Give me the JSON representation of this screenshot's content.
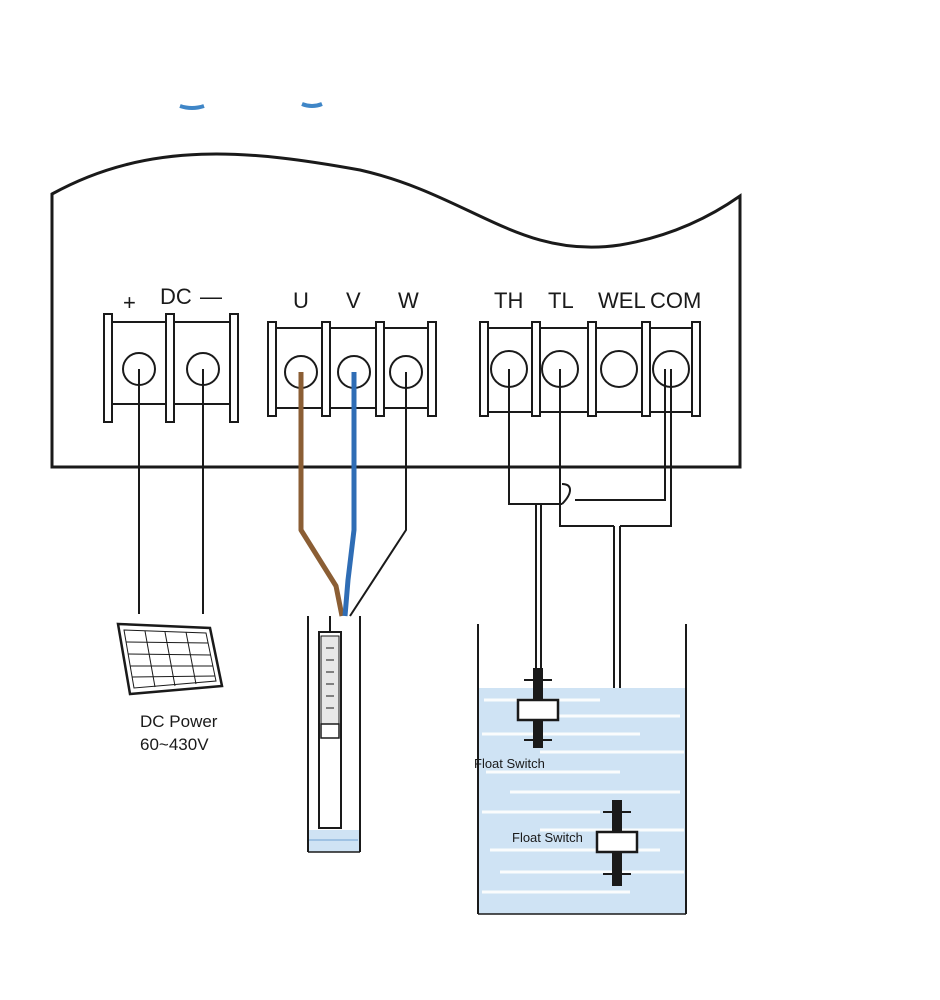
{
  "dc_group": {
    "plus": "+",
    "label": "DC",
    "minus": "—"
  },
  "motor_terminals": [
    "U",
    "V",
    "W"
  ],
  "control_terminals": [
    "TH",
    "TL",
    "WEL",
    "COM"
  ],
  "power_source": {
    "line1": "DC Power",
    "line2": "60~430V"
  },
  "float_switch_upper": "Float Switch",
  "float_switch_lower": "Float Switch",
  "colors": {
    "wire_u": "#8b5e34",
    "wire_v": "#2f6db5",
    "wire_default": "#1a1a1a",
    "water": "#cfe3f4",
    "water_line": "#8fb8dd"
  }
}
